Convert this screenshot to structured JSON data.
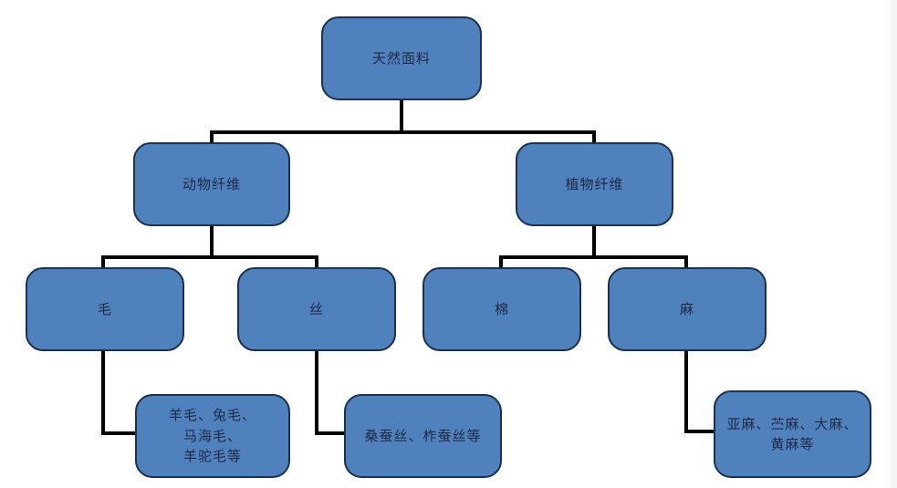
{
  "colors": {
    "node_fill": "#4f81bd",
    "node_border": "#1c3050",
    "node_text": "#1f2a44",
    "connector": "#000000",
    "page_edge": "#f5f5f5"
  },
  "nodes": {
    "root": {
      "label": "天然面料"
    },
    "animal_fiber": {
      "label": "动物纤维"
    },
    "plant_fiber": {
      "label": "植物纤维"
    },
    "wool": {
      "label": "毛"
    },
    "silk": {
      "label": "丝"
    },
    "cotton": {
      "label": "棉"
    },
    "hemp": {
      "label": "麻"
    },
    "wool_types": {
      "label": "羊毛、兔毛、\n马海毛、\n羊驼毛等"
    },
    "silk_types": {
      "label": "桑蚕丝、柞蚕丝等"
    },
    "hemp_types": {
      "label": "亚麻、苎麻、大麻、\n黄麻等"
    }
  }
}
